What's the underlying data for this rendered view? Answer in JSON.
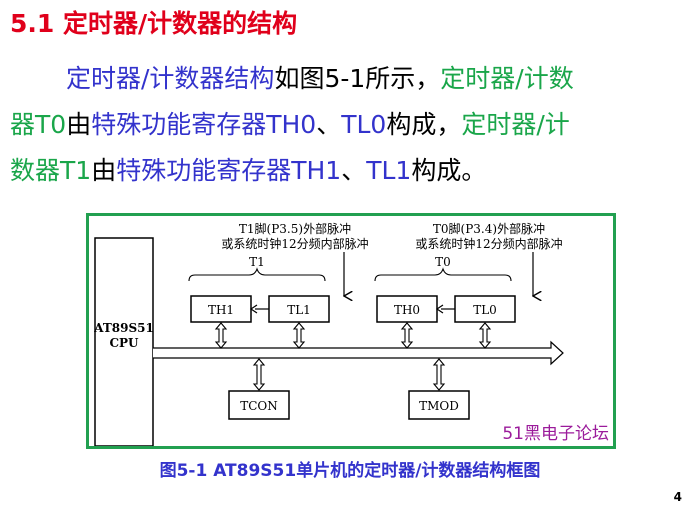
{
  "title": "5.1  定时器/计数器的结构",
  "paragraph": {
    "line1": [
      {
        "text": "定时器/计数器结构",
        "color": "blue"
      },
      {
        "text": "如图5-1所示，",
        "color": "black"
      },
      {
        "text": "定时器/计数",
        "color": "green"
      }
    ],
    "line2": [
      {
        "text": "器T0",
        "color": "green"
      },
      {
        "text": "由",
        "color": "black"
      },
      {
        "text": "特殊功能寄存器TH0",
        "color": "blue"
      },
      {
        "text": "、",
        "color": "black"
      },
      {
        "text": "TL0",
        "color": "blue"
      },
      {
        "text": "构成，",
        "color": "black"
      },
      {
        "text": "定时器/计",
        "color": "green"
      }
    ],
    "line3": [
      {
        "text": "数器T1",
        "color": "green"
      },
      {
        "text": "由",
        "color": "black"
      },
      {
        "text": "特殊功能寄存器TH1",
        "color": "blue"
      },
      {
        "text": "、",
        "color": "black"
      },
      {
        "text": "TL1",
        "color": "blue"
      },
      {
        "text": "构成。",
        "color": "black"
      }
    ]
  },
  "diagram": {
    "cpu_label_1": "AT89S51",
    "cpu_label_2": "CPU",
    "t1_pulse_line1": "T1脚(P3.5)外部脉冲",
    "t1_pulse_line2": "或系统时钟12分频内部脉冲",
    "t0_pulse_line1": "T0脚(P3.4)外部脉冲",
    "t0_pulse_line2": "或系统时钟12分频内部脉冲",
    "t1_group": "T1",
    "t0_group": "T0",
    "th1": "TH1",
    "tl1": "TL1",
    "th0": "TH0",
    "tl0": "TL0",
    "tcon": "TCON",
    "tmod": "TMOD"
  },
  "watermark": "51黑电子论坛",
  "caption": "图5-1  AT89S51单片机的定时器/计数器结构框图",
  "page_number": "4",
  "colors": {
    "title": "#e0001b",
    "blue": "#3333cc",
    "green": "#1aa64a",
    "black": "#000000",
    "frame": "#22a050",
    "watermark": "#9b1b9b"
  }
}
